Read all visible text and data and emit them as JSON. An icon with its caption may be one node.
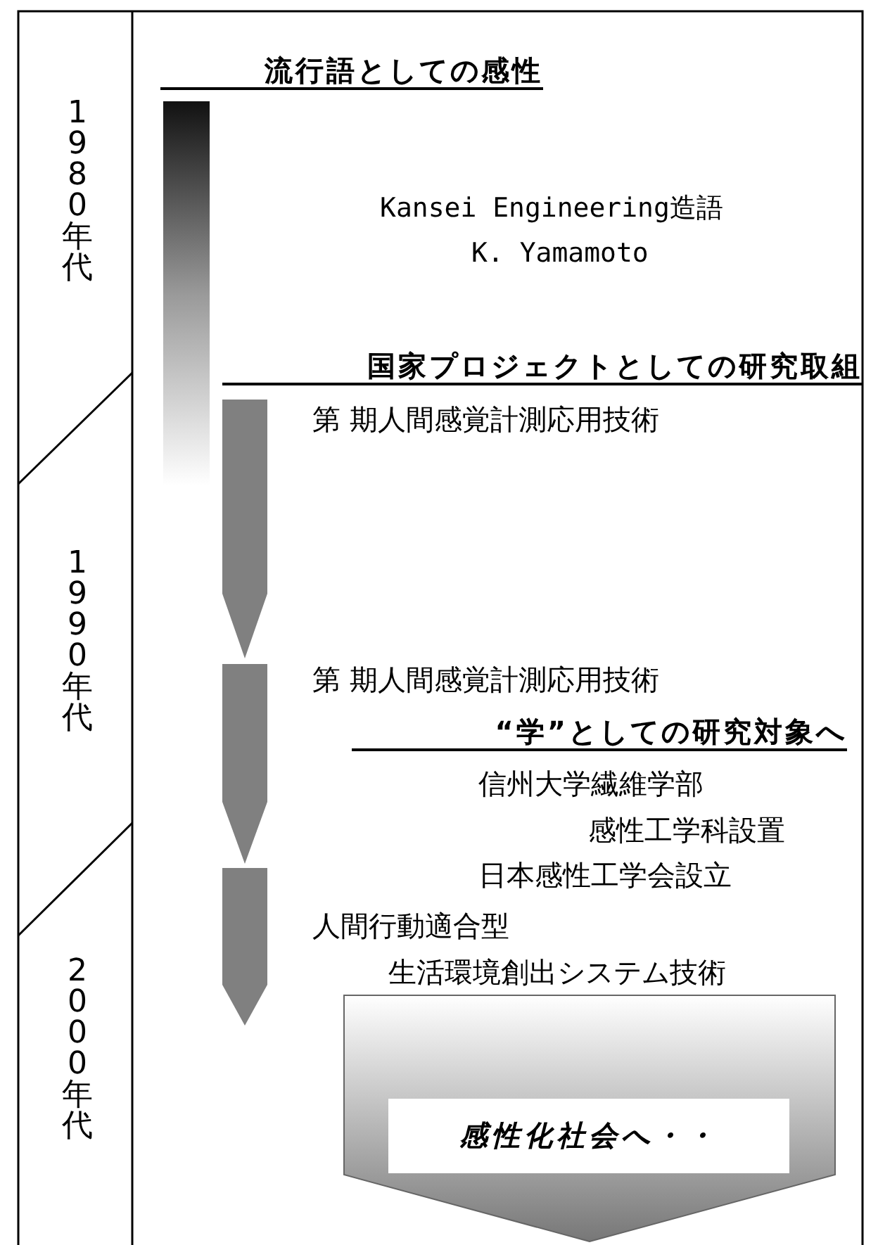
{
  "diagram": {
    "nodes": [
      {
        "text": [
          "感性化社会へ・・"
        ]
      }
    ],
    "labels": [
      "1980年代",
      "流行語としての感性",
      "Kansei Engineering造語",
      "K. Yamamoto",
      "国家プロジェクトとしての研究取組",
      "1990年代",
      "第 期人間感覚計測応用技術",
      "第 期人間感覚計測応用技術",
      "“学”としての研究対象へ",
      "信州大学繊維学部",
      "感性工学科設置",
      "日本感性工学会設立",
      "人間行動適合型",
      "生活環境創出システム技術",
      "2000年代"
    ]
  }
}
